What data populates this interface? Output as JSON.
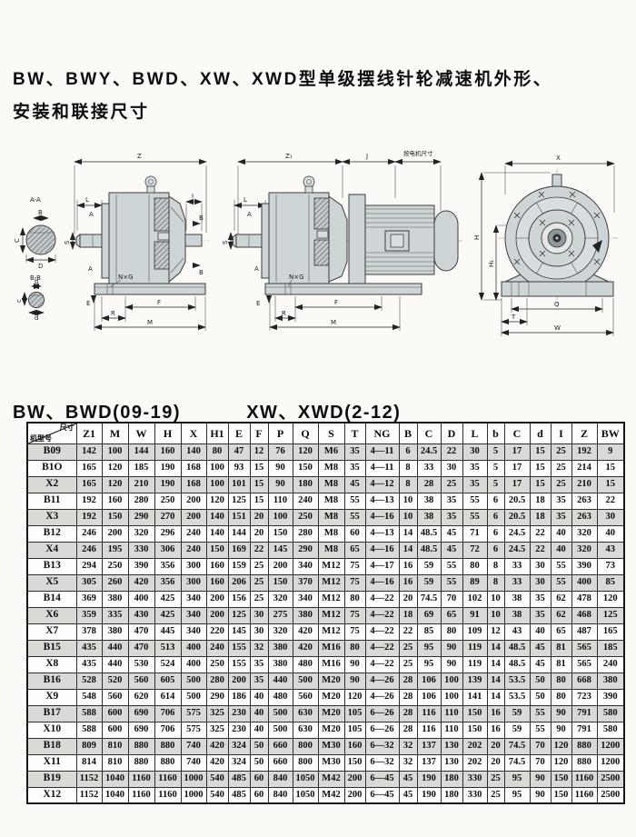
{
  "title": {
    "line1": "BW、BWY、BWD、XW、XWD型单级摆线针轮减速机外形、",
    "line2": "安装和联接尺寸"
  },
  "subtitle": {
    "left": "BW、BWD(09-19)",
    "right": "XW、XWD(2-12)"
  },
  "colors": {
    "table_alt_row": "#d9d9d5",
    "drawing_fill": "#ced5d7"
  },
  "drawings": {
    "section_detail": {
      "aa": "A-A",
      "b": "B",
      "c": "C",
      "d": "D",
      "bb": "B-B",
      "b2": "b",
      "c2": "c",
      "d2": "d"
    },
    "side_view": {
      "z": "Z",
      "l": "L",
      "a_top": "A",
      "a_bottom": "A",
      "s": "S",
      "i": "I",
      "b_top": "B",
      "b_bottom": "B",
      "nxg": "N×G",
      "e": "E",
      "r": "R",
      "f": "F",
      "m": "M"
    },
    "motor_view": {
      "z1": "Z₁",
      "j": "J",
      "note": "按电机尺寸",
      "l": "L",
      "a_top": "A",
      "a_bottom": "A",
      "s": "S",
      "nxg": "N×G",
      "e": "E",
      "r": "R",
      "f": "F",
      "m": "M"
    },
    "front_view": {
      "x": "X",
      "h": "H",
      "h1": "H₁",
      "t": "T",
      "q": "Q",
      "w": "W"
    }
  },
  "table": {
    "corner": {
      "top": "尺寸",
      "bottom": "机型号"
    },
    "headers": [
      "Z1",
      "M",
      "W",
      "H",
      "X",
      "H1",
      "E",
      "F",
      "P",
      "Q",
      "S",
      "T",
      "NG",
      "B",
      "C",
      "D",
      "L",
      "b",
      "C",
      "d",
      "I",
      "Z",
      "BW"
    ],
    "rows": [
      {
        "model": "B09",
        "values": [
          "142",
          "100",
          "144",
          "160",
          "140",
          "80",
          "47",
          "12",
          "76",
          "120",
          "M6",
          "35",
          "4—11",
          "6",
          "24.5",
          "22",
          "30",
          "5",
          "17",
          "15",
          "25",
          "192",
          "9"
        ]
      },
      {
        "model": "B1O",
        "values": [
          "165",
          "120",
          "185",
          "190",
          "168",
          "100",
          "93",
          "15",
          "90",
          "150",
          "M8",
          "35",
          "4—11",
          "8",
          "33",
          "30",
          "35",
          "5",
          "17",
          "15",
          "25",
          "214",
          "15"
        ]
      },
      {
        "model": "X2",
        "values": [
          "165",
          "120",
          "210",
          "190",
          "168",
          "100",
          "101",
          "15",
          "90",
          "180",
          "M8",
          "45",
          "4—12",
          "8",
          "28",
          "25",
          "35",
          "5",
          "17",
          "15",
          "25",
          "210",
          "15"
        ]
      },
      {
        "model": "B11",
        "values": [
          "192",
          "160",
          "280",
          "250",
          "200",
          "120",
          "125",
          "15",
          "110",
          "240",
          "M8",
          "55",
          "4—13",
          "10",
          "38",
          "35",
          "55",
          "6",
          "20.5",
          "18",
          "35",
          "263",
          "22"
        ]
      },
      {
        "model": "X3",
        "values": [
          "192",
          "150",
          "290",
          "270",
          "200",
          "140",
          "151",
          "20",
          "100",
          "250",
          "M8",
          "55",
          "4—16",
          "10",
          "38",
          "35",
          "55",
          "6",
          "20.5",
          "18",
          "35",
          "263",
          "30"
        ]
      },
      {
        "model": "B12",
        "values": [
          "246",
          "200",
          "320",
          "296",
          "240",
          "140",
          "144",
          "20",
          "150",
          "280",
          "M8",
          "60",
          "4—13",
          "14",
          "48.5",
          "45",
          "71",
          "6",
          "24.5",
          "22",
          "40",
          "320",
          "40"
        ]
      },
      {
        "model": "X4",
        "values": [
          "246",
          "195",
          "330",
          "306",
          "240",
          "150",
          "169",
          "22",
          "145",
          "290",
          "M8",
          "65",
          "4—16",
          "14",
          "48.5",
          "45",
          "72",
          "6",
          "24.5",
          "22",
          "40",
          "320",
          "43"
        ]
      },
      {
        "model": "B13",
        "values": [
          "294",
          "250",
          "390",
          "356",
          "300",
          "160",
          "159",
          "25",
          "200",
          "340",
          "M12",
          "75",
          "4—17",
          "16",
          "59",
          "55",
          "80",
          "8",
          "33",
          "30",
          "55",
          "390",
          "73"
        ]
      },
      {
        "model": "X5",
        "values": [
          "305",
          "260",
          "420",
          "356",
          "300",
          "160",
          "206",
          "25",
          "150",
          "370",
          "M12",
          "75",
          "4—16",
          "16",
          "59",
          "55",
          "89",
          "8",
          "33",
          "30",
          "55",
          "400",
          "85"
        ]
      },
      {
        "model": "B14",
        "values": [
          "369",
          "380",
          "400",
          "425",
          "340",
          "200",
          "156",
          "25",
          "320",
          "340",
          "M12",
          "80",
          "4—22",
          "20",
          "74.5",
          "70",
          "102",
          "10",
          "38",
          "35",
          "62",
          "478",
          "120"
        ]
      },
      {
        "model": "X6",
        "values": [
          "359",
          "335",
          "430",
          "425",
          "340",
          "200",
          "125",
          "30",
          "275",
          "380",
          "M12",
          "75",
          "4—22",
          "18",
          "69",
          "65",
          "91",
          "10",
          "38",
          "35",
          "62",
          "468",
          "125"
        ]
      },
      {
        "model": "X7",
        "values": [
          "378",
          "380",
          "470",
          "445",
          "340",
          "220",
          "145",
          "30",
          "320",
          "420",
          "M12",
          "75",
          "4—22",
          "22",
          "85",
          "80",
          "109",
          "12",
          "43",
          "40",
          "65",
          "487",
          "165"
        ]
      },
      {
        "model": "B15",
        "values": [
          "435",
          "440",
          "470",
          "513",
          "400",
          "240",
          "155",
          "32",
          "380",
          "420",
          "M16",
          "80",
          "4—22",
          "25",
          "95",
          "90",
          "119",
          "14",
          "48.5",
          "45",
          "81",
          "565",
          "185"
        ]
      },
      {
        "model": "X8",
        "values": [
          "435",
          "440",
          "530",
          "524",
          "400",
          "250",
          "155",
          "35",
          "380",
          "480",
          "M16",
          "90",
          "4—22",
          "25",
          "95",
          "90",
          "119",
          "14",
          "48.5",
          "45",
          "81",
          "565",
          "240"
        ]
      },
      {
        "model": "B16",
        "values": [
          "528",
          "520",
          "560",
          "605",
          "500",
          "280",
          "200",
          "35",
          "440",
          "500",
          "M20",
          "90",
          "4—26",
          "28",
          "106",
          "100",
          "139",
          "14",
          "53.5",
          "50",
          "80",
          "668",
          "380"
        ]
      },
      {
        "model": "X9",
        "values": [
          "548",
          "560",
          "620",
          "614",
          "500",
          "290",
          "186",
          "40",
          "480",
          "560",
          "M20",
          "120",
          "4—26",
          "28",
          "106",
          "100",
          "141",
          "14",
          "53.5",
          "50",
          "80",
          "723",
          "390"
        ]
      },
      {
        "model": "B17",
        "values": [
          "588",
          "600",
          "690",
          "706",
          "575",
          "325",
          "230",
          "40",
          "500",
          "630",
          "M20",
          "105",
          "6—26",
          "28",
          "116",
          "110",
          "150",
          "16",
          "59",
          "55",
          "90",
          "791",
          "580"
        ]
      },
      {
        "model": "X10",
        "values": [
          "588",
          "600",
          "690",
          "706",
          "575",
          "325",
          "230",
          "40",
          "500",
          "630",
          "M20",
          "105",
          "6—26",
          "28",
          "116",
          "110",
          "150",
          "16",
          "59",
          "55",
          "90",
          "791",
          "580"
        ]
      },
      {
        "model": "B18",
        "values": [
          "809",
          "810",
          "880",
          "880",
          "740",
          "420",
          "324",
          "50",
          "660",
          "800",
          "M30",
          "160",
          "6—32",
          "32",
          "137",
          "130",
          "202",
          "20",
          "74.5",
          "70",
          "120",
          "880",
          "1200"
        ]
      },
      {
        "model": "X11",
        "values": [
          "814",
          "810",
          "880",
          "880",
          "740",
          "420",
          "324",
          "50",
          "660",
          "800",
          "M30",
          "150",
          "6—32",
          "32",
          "137",
          "130",
          "202",
          "20",
          "74.5",
          "70",
          "120",
          "880",
          "1200"
        ]
      },
      {
        "model": "B19",
        "values": [
          "1152",
          "1040",
          "1160",
          "1160",
          "1000",
          "540",
          "485",
          "60",
          "840",
          "1050",
          "M42",
          "200",
          "6—45",
          "45",
          "190",
          "180",
          "330",
          "25",
          "95",
          "90",
          "150",
          "1160",
          "2500"
        ]
      },
      {
        "model": "X12",
        "values": [
          "1152",
          "1040",
          "1160",
          "1160",
          "1000",
          "540",
          "485",
          "60",
          "840",
          "1050",
          "M42",
          "200",
          "6—45",
          "45",
          "190",
          "180",
          "330",
          "25",
          "95",
          "90",
          "150",
          "1160",
          "2500"
        ]
      }
    ]
  }
}
